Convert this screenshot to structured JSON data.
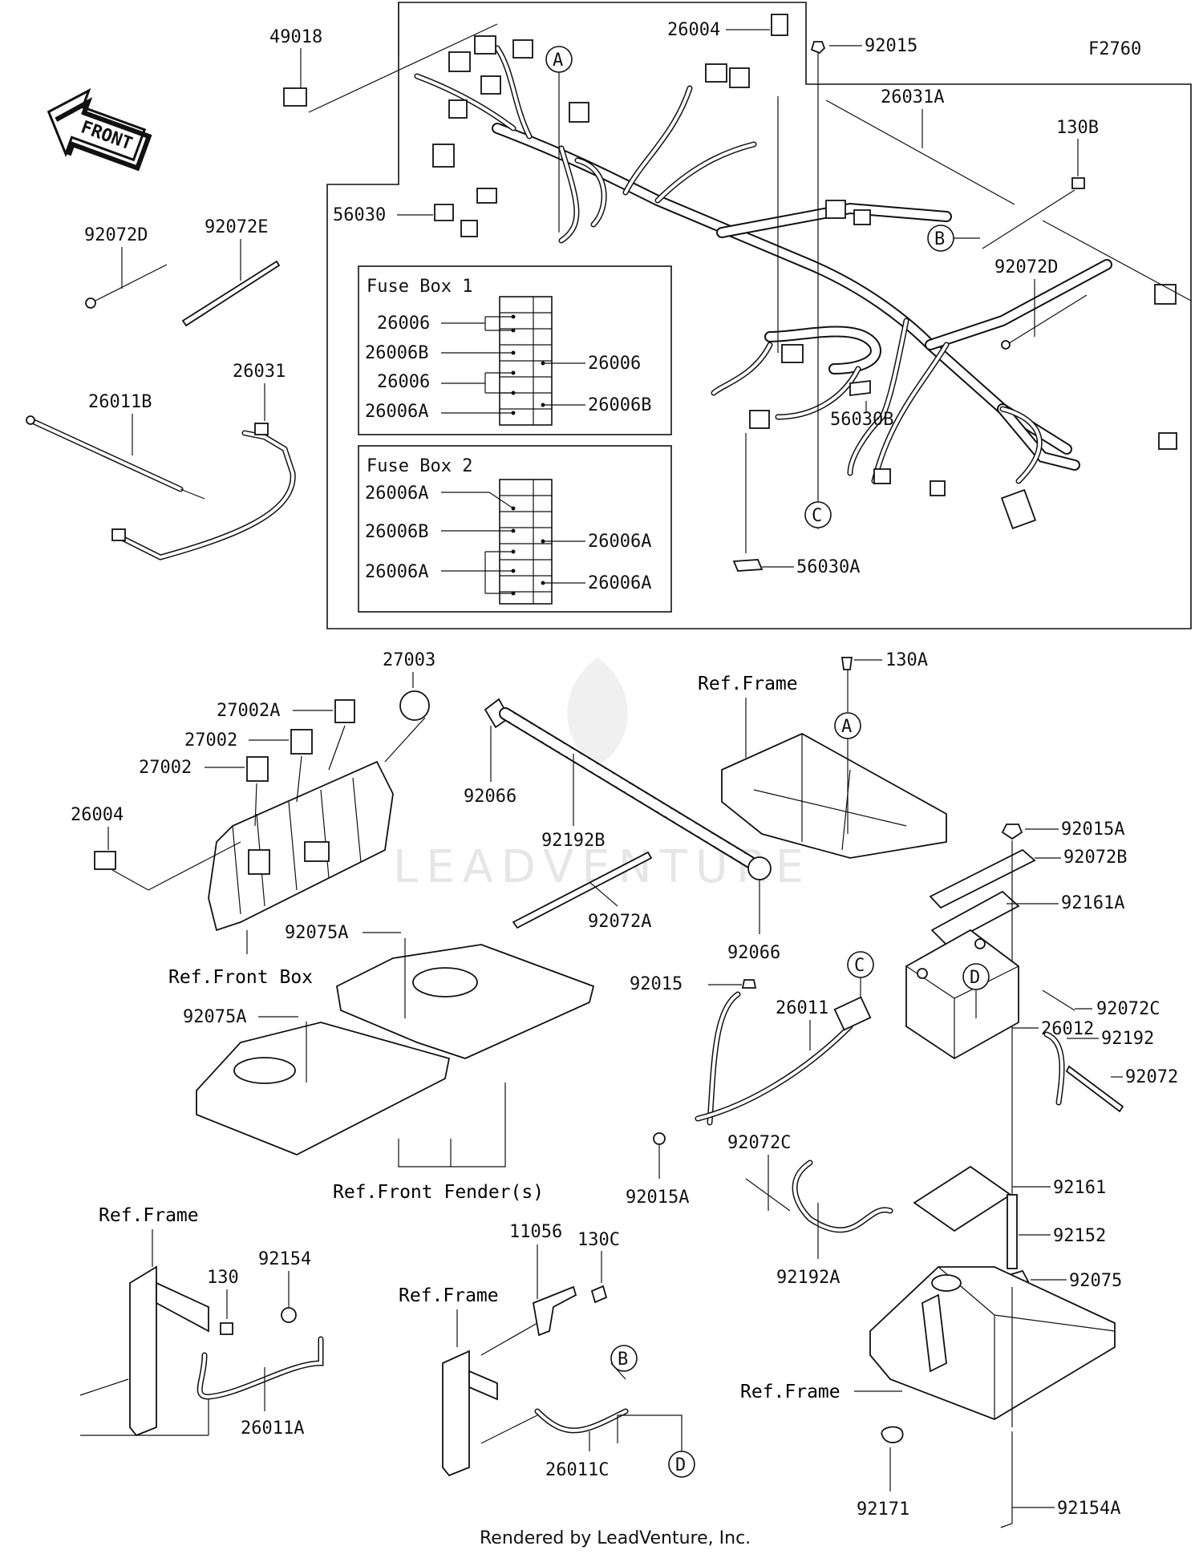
{
  "diagram_code": "F2760",
  "front_arrow_text": "FRONT",
  "watermark": "LEADVENTURE",
  "footer": "Rendered by LeadVenture, Inc.",
  "fuse_box_1": {
    "title": "Fuse Box 1",
    "left_labels": [
      "26006",
      "26006B",
      "26006",
      "26006A"
    ],
    "right_labels": [
      "26006",
      "26006B"
    ]
  },
  "fuse_box_2": {
    "title": "Fuse Box 2",
    "left_labels": [
      "26006A",
      "26006B",
      "26006A"
    ],
    "right_labels": [
      "26006A",
      "26006A"
    ]
  },
  "callouts": {
    "a_top": "A",
    "b_top": "B",
    "c_top": "C",
    "a_frame": "A",
    "c_mid": "C",
    "d_mid": "D",
    "b_bottom": "B",
    "d_bottom": "D"
  },
  "ref_labels": {
    "frame_top": "Ref.Frame",
    "front_box": "Ref.Front Box",
    "front_fenders": "Ref.Front Fender(s)",
    "frame_left": "Ref.Frame",
    "frame_center": "Ref.Frame",
    "frame_right": "Ref.Frame"
  },
  "part_numbers": {
    "p49018": "49018",
    "p26004_top": "26004",
    "p92015_top": "92015",
    "p26031A": "26031A",
    "p130B": "130B",
    "p56030": "56030",
    "p92072D_left": "92072D",
    "p92072E": "92072E",
    "p92072D_right": "92072D",
    "p26031": "26031",
    "p26011B": "26011B",
    "p56030B": "56030B",
    "p56030A": "56030A",
    "p27003": "27003",
    "p27002A": "27002A",
    "p27002_1": "27002",
    "p27002_2": "27002",
    "p26004_mid": "26004",
    "p92066_top": "92066",
    "p92192B": "92192B",
    "p92072A": "92072A",
    "p92066_bot": "92066",
    "p130A": "130A",
    "p92015A_top": "92015A",
    "p92072B": "92072B",
    "p92161A": "92161A",
    "p92075A_1": "92075A",
    "p92075A_2": "92075A",
    "p92015_mid": "92015",
    "p26011": "26011",
    "p92072C_right": "92072C",
    "p92192": "92192",
    "p92072": "92072",
    "p26012": "26012",
    "p92015A_mid": "92015A",
    "p92072C_mid": "92072C",
    "p92161": "92161",
    "p92152": "92152",
    "p92192A": "92192A",
    "p92075": "92075",
    "p130": "130",
    "p92154": "92154",
    "p26011A": "26011A",
    "p130C": "130C",
    "p11056": "11056",
    "p26011C": "26011C",
    "p92171": "92171",
    "p92154A": "92154A"
  }
}
